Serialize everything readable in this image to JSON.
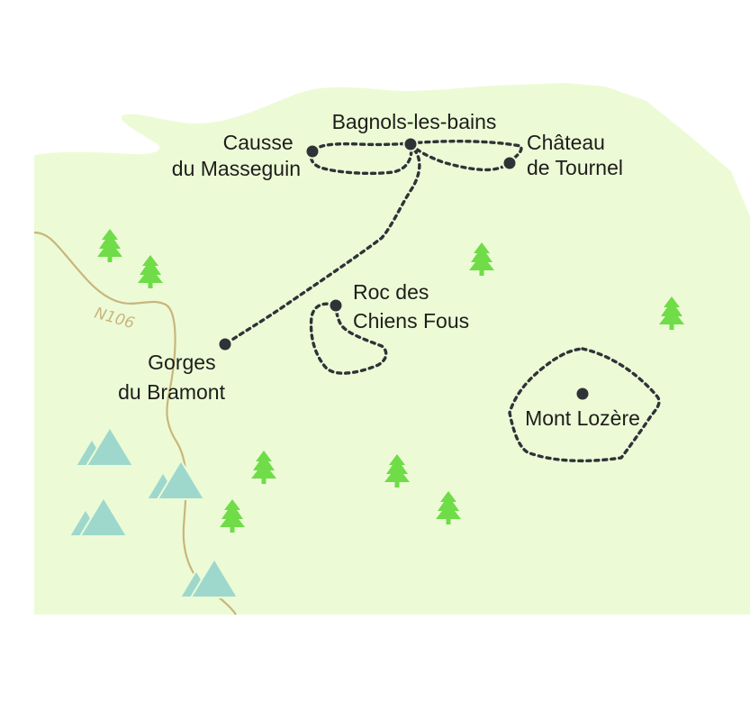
{
  "map": {
    "road": {
      "name": "N106"
    },
    "places": [
      {
        "id": "bagnols",
        "lines": [
          "Bagnols-les-bains"
        ]
      },
      {
        "id": "causse",
        "lines": [
          "Causse",
          "du Masseguin"
        ]
      },
      {
        "id": "chateau",
        "lines": [
          "Château",
          "de Tournel"
        ]
      },
      {
        "id": "roc",
        "lines": [
          "Roc des",
          "Chiens Fous"
        ]
      },
      {
        "id": "gorges",
        "lines": [
          "Gorges",
          "du Bramont"
        ]
      },
      {
        "id": "lozere",
        "lines": [
          "Mont Lozère"
        ]
      }
    ],
    "colors": {
      "land": "#ecfbd6",
      "trees": "#6fdc48",
      "mountains": "#9ed8cd",
      "road": "#c9b57c",
      "trail": "#2e3338",
      "marker": "#2e3338"
    },
    "icons": {
      "tree": "pine-tree-icon",
      "mountain": "mountain-icon",
      "marker": "location-dot-icon"
    }
  }
}
